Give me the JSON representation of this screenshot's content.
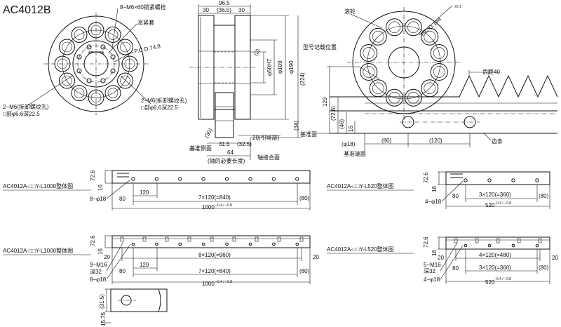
{
  "title": "AC4012B",
  "front_view": {
    "label_bolts": "8−M6×60锁紧螺栓",
    "label_sleeve": "涨紧套",
    "label_pcd": "P.C.D.74.8",
    "label_left_1": "2−M6(拆卸螺纹孔)",
    "label_left_2": "□部φ6.6深22.5",
    "label_right_1": "2−M6(拆卸螺纹孔)",
    "label_right_2": "□部φ6.6深22.5"
  },
  "side_view": {
    "dim_96_5": "96.5",
    "dim_30a": "30",
    "dim_36_5": "(36.5)",
    "dim_30b": "30",
    "dim_phi50": "φ50H7",
    "dim_phi109": "φ109",
    "dim_phi190": "φ190",
    "dim_224": "(224)",
    "dim_2": "(2)",
    "dim_34": "(34)",
    "dim_20_guide": "20(引导部)",
    "dim_30c": "(30)",
    "dim_31_5": "31.5",
    "dim_32_5": "(32.5)",
    "dim_64": "64",
    "label_base_side": "基准侧面",
    "label_shaft_len": "(轴的必要长度)",
    "label_shaft_face": "轴接合面"
  },
  "rack_view": {
    "label_roller": "滚轮",
    "label_model": "型号记载位置",
    "label_pcd": "P.C.D.144",
    "label_pcd_tol": "±0.1",
    "label_pitch": "齿距40",
    "dim_129": "129",
    "dim_72_6": "(72.6)",
    "dim_46": "(46)",
    "dim_16": "16",
    "label_base_face": "基准面",
    "dim_phi18": "(φ18)",
    "dim_80": "(80)",
    "dim_120": "(120)",
    "label_base_end": "基准端面",
    "label_rack": "齿条"
  },
  "layouts": {
    "l1000_a": {
      "title": "AC4012A-□□Y-L1000整体图",
      "h": "72.6",
      "h2": "16",
      "hole": "8−φ18",
      "d80": "80",
      "d120": "120",
      "pitch": "7×120(=840)",
      "end80": "(80)",
      "total": "1000",
      "tol": "−0.4 / −0.8"
    },
    "l520_a": {
      "title": "AC4012A-□□Y-L520整体图",
      "h": "72.6",
      "h2": "16",
      "hole": "4−φ18",
      "d80": "80",
      "pitch": "3×120(=360)",
      "end80": "(80)",
      "total": "520",
      "tol": "−0.4 / −0.8"
    },
    "l1000_b": {
      "title": "AC4012A-□□Y-L1000整体图",
      "h": "72.6",
      "h2": "16",
      "d20a": "20",
      "d20b": "20",
      "tap": "9−M16",
      "tap_depth": "深32",
      "hole": "8−φ18",
      "d120": "120",
      "d80": "80",
      "pitch_tap": "8×120(=960)",
      "pitch": "7×120(=840)",
      "end80": "(80)",
      "total": "1000",
      "tol": "−0.4 / −0.8"
    },
    "l520_b": {
      "title": "AC4012A-□□Y-L520整体图",
      "h": "72.6",
      "h2": "16",
      "d20a": "20",
      "d20b": "20",
      "tap": "5−M16",
      "tap_depth": "深32",
      "hole": "4−φ18",
      "d80": "80",
      "pitch_tap": "4×120(=480)",
      "pitch": "3×120(=360)",
      "end80": "(80)",
      "total": "520",
      "tol": "−0.4 / −0.8"
    }
  },
  "end_view": {
    "dim_31_5": "(31.5)",
    "dim_15_75": "15.75"
  }
}
